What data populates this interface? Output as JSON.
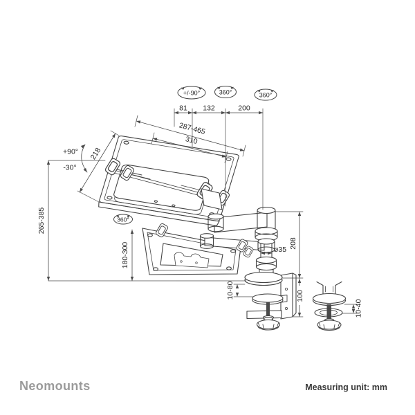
{
  "footer": {
    "brand": "Neomounts",
    "measuring_note": "Measuring unit: mm"
  },
  "badges": {
    "items": [
      "+/-90°",
      "360°",
      "360°",
      "360°"
    ]
  },
  "dimensions": {
    "top_segments": [
      "81",
      "132",
      "200"
    ],
    "width_range": "287-465",
    "platform_width": "310",
    "depth": "218",
    "tilt_up": "+90°",
    "tilt_down": "-30°",
    "height_range_upper": "265-385",
    "height_range_lower": "180-300",
    "pole_diameter": "ø35",
    "pole_height": "208",
    "clamp_bracket_height": "100",
    "clamp_thickness_range": "10-80",
    "grommet_thickness_range": "10-40"
  }
}
